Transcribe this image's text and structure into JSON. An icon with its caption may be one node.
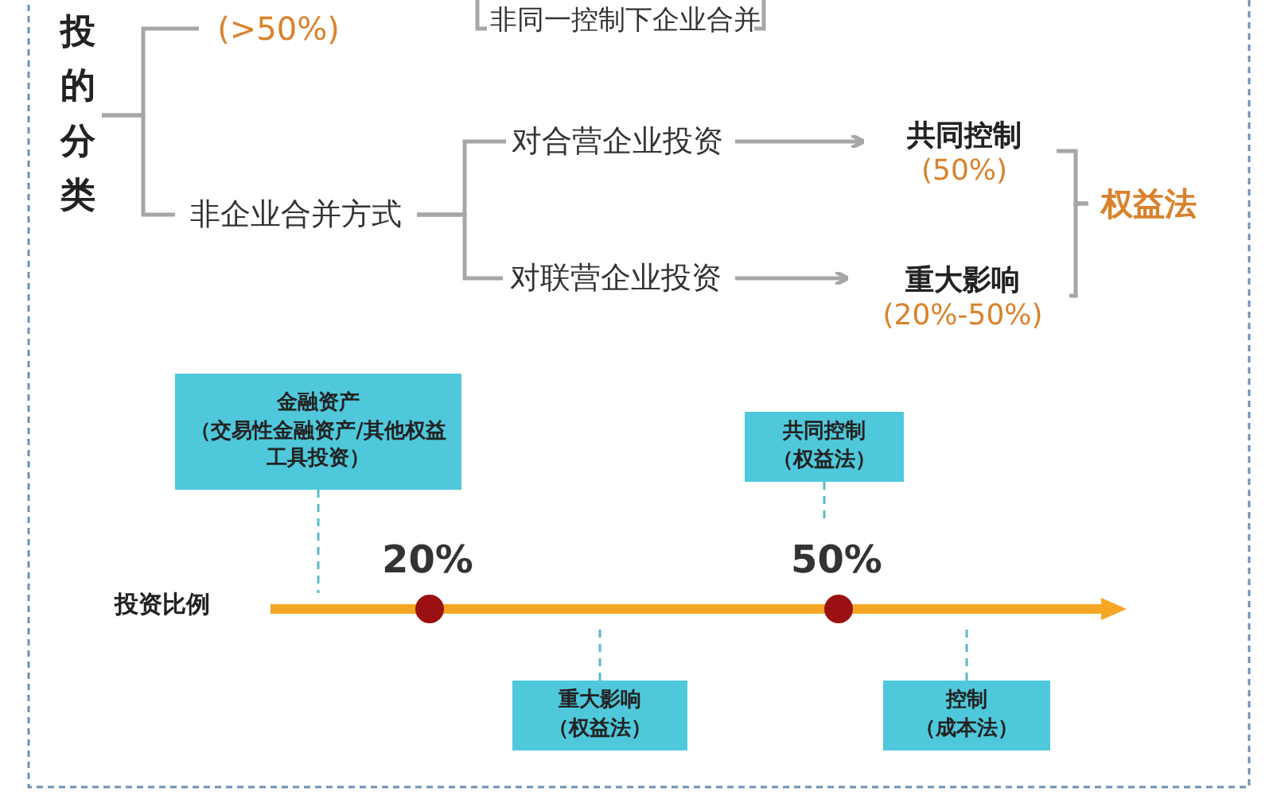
{
  "diagram": {
    "nodes": [
      {
        "text": [
          "投的分类"
        ]
      },
      {
        "text": [
          "(>50%)"
        ]
      },
      {
        "text": [
          "非企业合并方式"
        ]
      },
      {
        "text": [
          "对合营企业投资"
        ]
      },
      {
        "text": [
          "对联营企业投资"
        ]
      },
      {
        "text": [
          "共同控制",
          "(50%)"
        ]
      },
      {
        "text": [
          "重大影响",
          "(20%-50%)"
        ]
      },
      {
        "text": [
          "权益法"
        ]
      },
      {
        "text": [
          "金融资产",
          "（交易性金融资产/其他权益工具投资）"
        ]
      },
      {
        "text": [
          "共同控制",
          "（权益法）"
        ]
      },
      {
        "text": [
          "重大影响",
          "（权益法）"
        ]
      },
      {
        "text": [
          "控制",
          "（成本法）"
        ]
      }
    ],
    "edges": [
      {
        "from": 0,
        "to": 1,
        "arrow": "none"
      },
      {
        "from": 0,
        "to": 2,
        "arrow": "none"
      },
      {
        "from": 2,
        "to": 3,
        "arrow": "none"
      },
      {
        "from": 2,
        "to": 4,
        "arrow": "none"
      },
      {
        "from": 3,
        "to": 5,
        "arrow": "to"
      },
      {
        "from": 4,
        "to": 6,
        "arrow": "to"
      },
      {
        "from": 5,
        "to": 7,
        "arrow": "none"
      },
      {
        "from": 6,
        "to": 7,
        "arrow": "none"
      },
      {
        "from": 8,
        "to": null,
        "arrow": "none",
        "style": "dashed",
        "color": "#5bb8cc"
      },
      {
        "from": 9,
        "to": null,
        "arrow": "none",
        "style": "dashed",
        "color": "#5bb8cc"
      },
      {
        "from": 10,
        "to": null,
        "arrow": "none",
        "style": "dashed",
        "color": "#5bb8cc"
      },
      {
        "from": 11,
        "to": null,
        "arrow": "none",
        "style": "dashed",
        "color": "#5bb8cc"
      }
    ],
    "labels": [
      "非同一控制下企业合并",
      "投资比例",
      "20%",
      "50%"
    ]
  }
}
